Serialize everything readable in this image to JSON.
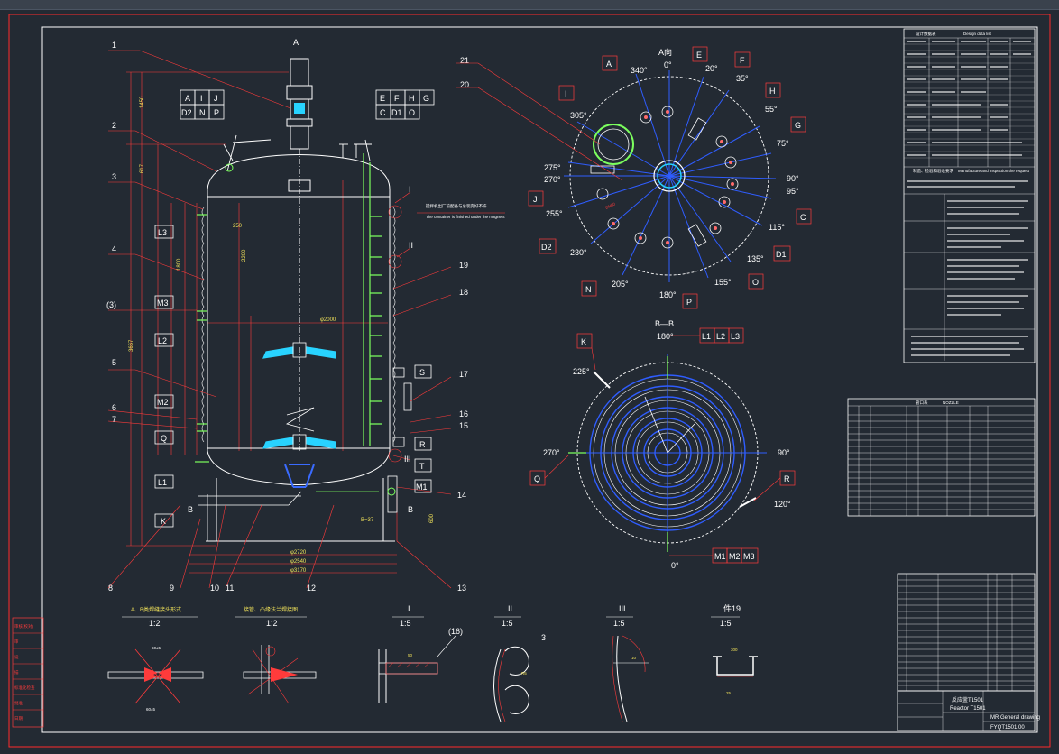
{
  "sheet": {
    "view_a_title": "A向",
    "view_a_short": "A",
    "section_title": "B—B",
    "bottom_left_label": "B",
    "note_cn": "搅拌机出厂前配备与总装完好不许",
    "note_en": "The container is finished under the magnets",
    "title_block": {
      "name_cn": "反应釜T1501",
      "name_en": "Reactor T1501",
      "drawing_no": "FYQT1501.00",
      "sheet_desc": "MR General drawing"
    },
    "detail_views": [
      {
        "title": "A、B类焊缝接头形式",
        "scale": "1:2"
      },
      {
        "title": "接管、凸缘法兰焊接图",
        "scale": "1:2"
      },
      {
        "title": "I",
        "scale": "1:5"
      },
      {
        "title": "II",
        "scale": "1:5"
      },
      {
        "title": "III",
        "scale": "1:5"
      },
      {
        "title": "件19",
        "scale": "1:5"
      }
    ],
    "detail_dims": {
      "d16": "(16)",
      "d3": "3",
      "d300": "300",
      "d50": "50",
      "dr5": "R5",
      "d10": "10",
      "d25": "25"
    },
    "side_labels": [
      "审核(校对)",
      "审",
      "设",
      "描",
      "标准化检查",
      "批准",
      "日期"
    ],
    "rev_label": "1"
  },
  "elevation": {
    "part_numbers": [
      "1",
      "2",
      "3",
      "4",
      "(3)",
      "5",
      "6",
      "7",
      "8",
      "9",
      "10",
      "11",
      "12",
      "13",
      "14",
      "15",
      "16",
      "17",
      "18",
      "19",
      "20",
      "21"
    ],
    "left_nozzles": [
      "L3",
      "M3",
      "L2",
      "M2",
      "Q",
      "L1",
      "K"
    ],
    "top_left_tags": [
      "A",
      "I",
      "J",
      "D2",
      "N",
      "P"
    ],
    "top_right_tags": [
      "E",
      "F",
      "H",
      "G",
      "C",
      "D1",
      "O"
    ],
    "right_nozzles": [
      "S",
      "R",
      "T",
      "M1"
    ],
    "callout_I": "I",
    "callout_II": "II",
    "callout_III": "III",
    "dims": {
      "phi_inner": "φ2000",
      "phi_2720": "φ2720",
      "phi_2540": "φ2540",
      "phi_3170": "φ3170",
      "h_1450": "1450",
      "h_617": "617",
      "h_3667": "3667",
      "h_2200": "2200",
      "h_1800": "1800",
      "h_600": "600",
      "h_250": "250",
      "b_37": "B=37"
    }
  },
  "plan": {
    "labels": [
      "A",
      "E",
      "F",
      "H",
      "G",
      "I",
      "J",
      "D2",
      "N",
      "P",
      "O",
      "D1",
      "C"
    ],
    "angles": [
      "340°",
      "0°",
      "20°",
      "35°",
      "55°",
      "75°",
      "90°",
      "95°",
      "115°",
      "135°",
      "155°",
      "180°",
      "205°",
      "230°",
      "255°",
      "270°",
      "275°",
      "305°"
    ]
  },
  "section": {
    "top_tags": [
      "L1",
      "L2",
      "L3"
    ],
    "bottom_tags": [
      "M1",
      "M2",
      "M3"
    ],
    "left_tag": "Q",
    "right_tag": "R",
    "k_tag": "K",
    "angles": [
      "180°",
      "225°",
      "270°",
      "90°",
      "120°",
      "0°"
    ]
  },
  "tables": {
    "design_data_title": "设计数据表",
    "design_data_title_en": "Design data list",
    "inspection_title": "制造、检验和验收要求",
    "inspection_title_en": "Manufacture and inspection the request",
    "nozzle_table_title": "管口表",
    "nozzle_table_title_en": "NOZZLE",
    "parts_list_title": "明细表"
  }
}
